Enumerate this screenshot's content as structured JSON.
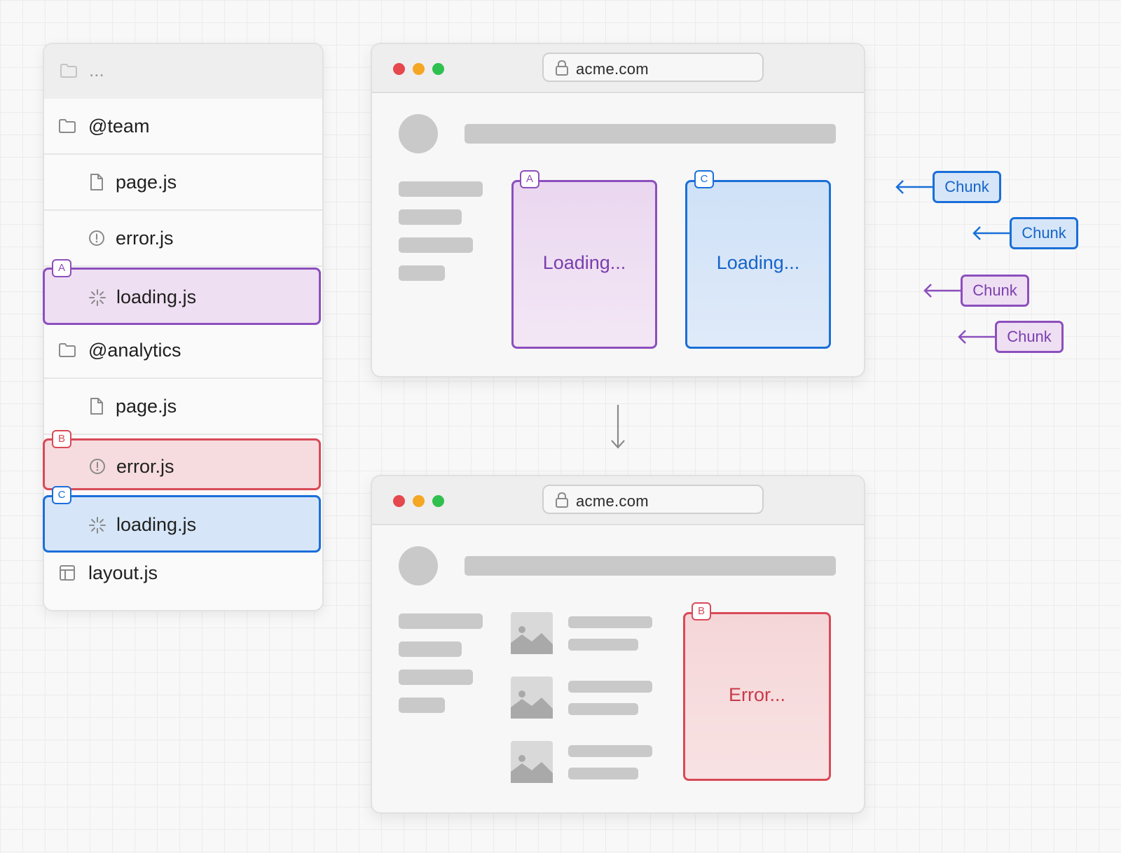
{
  "colors": {
    "purple": "#8c4fbd",
    "purple_fill": "#efdff2",
    "blue": "#1a6fd8",
    "blue_fill": "#d6e6f8",
    "red": "#d84a57",
    "red_fill": "#f6dcde"
  },
  "tree": {
    "header": {
      "icon": "folder-icon",
      "label": "..."
    },
    "rows": [
      {
        "icon": "folder-icon",
        "label": "@team"
      },
      {
        "icon": "file-icon",
        "label": "page.js"
      },
      {
        "icon": "alert-circle-icon",
        "label": "error.js"
      },
      {
        "icon": "spinner-icon",
        "label": "loading.js",
        "badge": "A"
      },
      {
        "icon": "folder-icon",
        "label": "@analytics"
      },
      {
        "icon": "file-icon",
        "label": "page.js"
      },
      {
        "icon": "alert-circle-icon",
        "label": "error.js",
        "badge": "B"
      },
      {
        "icon": "spinner-icon",
        "label": "loading.js",
        "badge": "C"
      },
      {
        "icon": "layout-icon",
        "label": "layout.js"
      }
    ]
  },
  "browser_top": {
    "url": "acme.com",
    "panel_a": {
      "badge": "A",
      "text": "Loading..."
    },
    "panel_c": {
      "badge": "C",
      "text": "Loading..."
    }
  },
  "browser_bottom": {
    "url": "acme.com",
    "panel_b": {
      "badge": "B",
      "text": "Error..."
    }
  },
  "chunks": [
    {
      "label": "Chunk",
      "color": "blue"
    },
    {
      "label": "Chunk",
      "color": "blue"
    },
    {
      "label": "Chunk",
      "color": "purple"
    },
    {
      "label": "Chunk",
      "color": "purple"
    }
  ]
}
